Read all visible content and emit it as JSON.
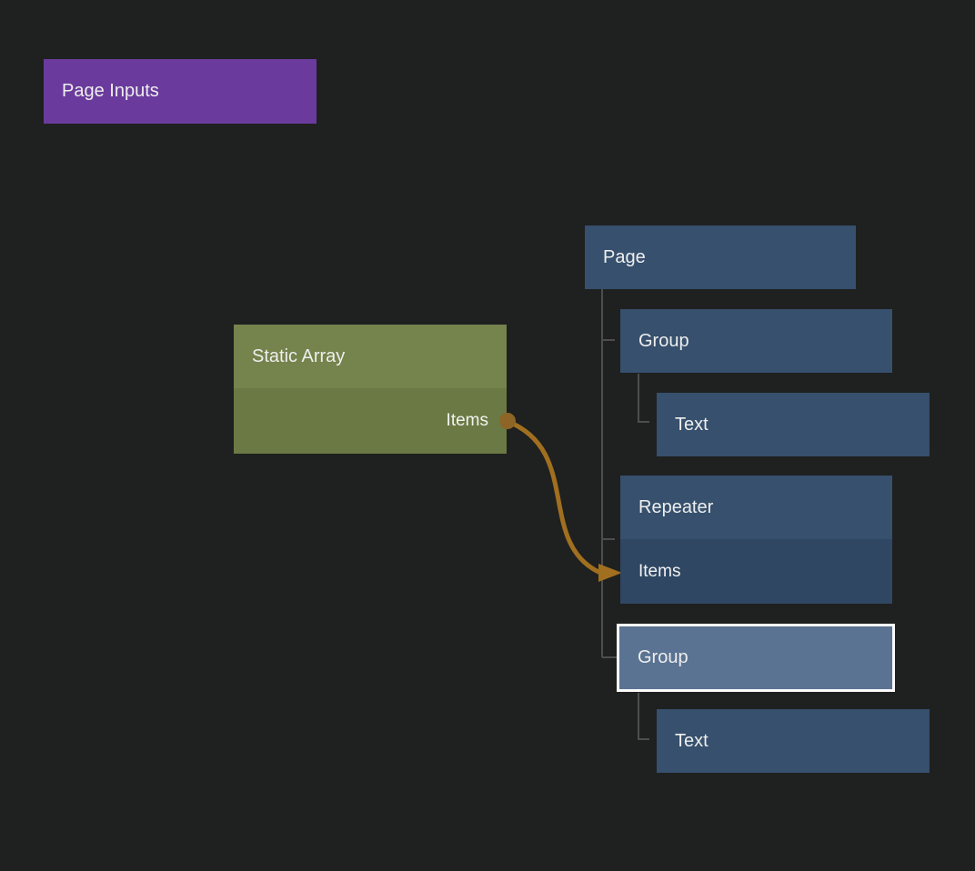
{
  "canvas": {
    "background_color": "#1f2020",
    "page_inputs": {
      "label": "Page Inputs",
      "color": "#6a3b9d"
    },
    "static_array": {
      "title": "Static Array",
      "output_port": "Items",
      "header_color": "#75834c",
      "body_color": "#6b7a44"
    },
    "connection": {
      "from": "Static Array / Items output",
      "to": "Repeater / Items input",
      "wire_color": "#a06f1f",
      "dot_color": "#8d6526"
    },
    "tree": {
      "node_color": "#36506d",
      "port_row_color": "#2f4763",
      "selected_fill_color": "#5a7392",
      "selected_border_color": "#fafafa",
      "connector_line_color": "#4d4d4d",
      "nodes": [
        {
          "label": "Page",
          "depth": 0,
          "selected": false
        },
        {
          "label": "Group",
          "depth": 1,
          "selected": false
        },
        {
          "label": "Text",
          "depth": 2,
          "selected": false
        },
        {
          "label": "Repeater",
          "depth": 1,
          "selected": false,
          "input_port": "Items"
        },
        {
          "label": "Group",
          "depth": 1,
          "selected": true
        },
        {
          "label": "Text",
          "depth": 2,
          "selected": false
        }
      ]
    }
  }
}
